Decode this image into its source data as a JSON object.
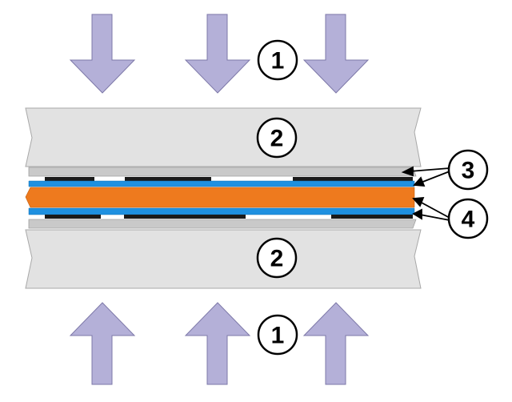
{
  "diagram": {
    "colors": {
      "arrow_fill": "#b4b0d8",
      "arrow_stroke": "#7d78a8",
      "plate_fill": "#e2e2e2",
      "plate_stroke": "#a8a8a8",
      "thin_layer_fill": "#c9c9c9",
      "blue_layer": "#1e90e0",
      "core_layer": "#ee7a1e",
      "dark_strip": "#1a1a1a",
      "callout_stroke": "#000000",
      "callout_fill": "#ffffff"
    },
    "callouts": {
      "top_arrows": "1",
      "top_plate": "2",
      "upper_layers": "3",
      "lower_layers": "4",
      "bottom_plate": "2",
      "bottom_arrows": "1"
    }
  }
}
